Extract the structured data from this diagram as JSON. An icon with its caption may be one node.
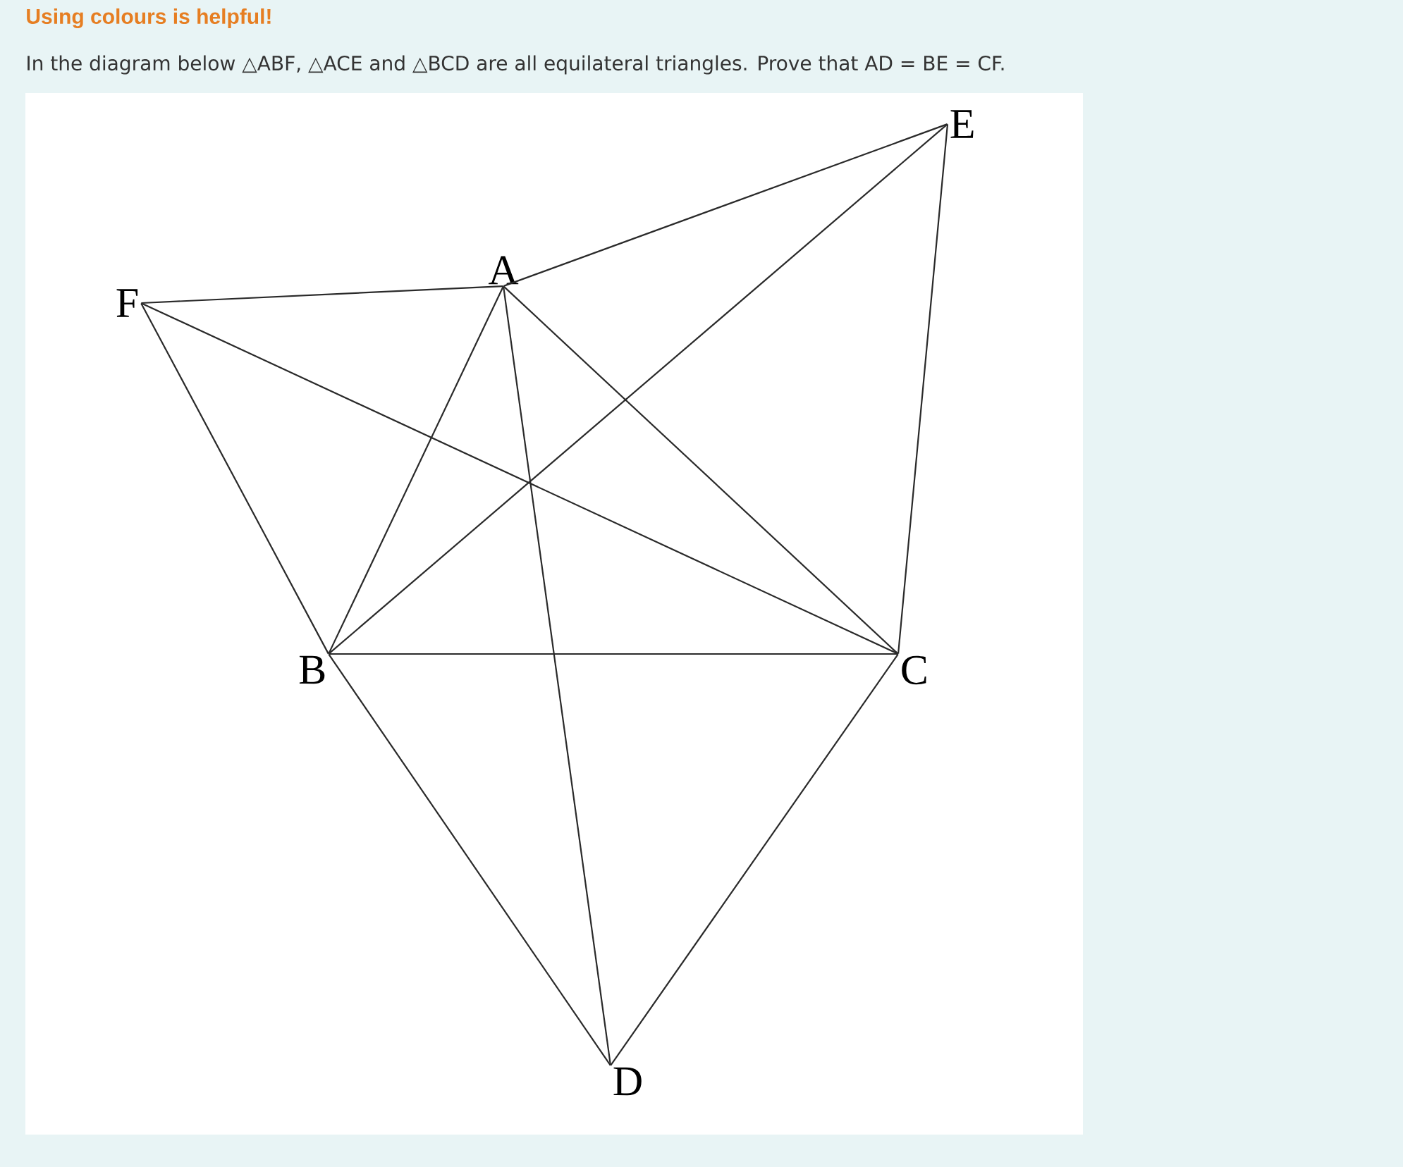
{
  "diagram": {
    "title": "Using colours is helpful!",
    "caption": "In the diagram below △ABF, △ACE and △BCD are all equilateral triangles. Prove that AD = BE = CF.",
    "nodes": [
      {
        "text": [
          "E"
        ]
      },
      {
        "text": [
          "A"
        ]
      },
      {
        "text": [
          "F"
        ]
      },
      {
        "text": [
          "B"
        ]
      },
      {
        "text": [
          "C"
        ]
      },
      {
        "text": [
          "D"
        ]
      }
    ],
    "edges": [
      {
        "from": 1,
        "to": 2,
        "arrow": "none"
      },
      {
        "from": 1,
        "to": 0,
        "arrow": "none"
      },
      {
        "from": 2,
        "to": 3,
        "arrow": "none"
      },
      {
        "from": 2,
        "to": 4,
        "arrow": "none"
      },
      {
        "from": 1,
        "to": 3,
        "arrow": "none"
      },
      {
        "from": 1,
        "to": 4,
        "arrow": "none"
      },
      {
        "from": 1,
        "to": 5,
        "arrow": "none"
      },
      {
        "from": 3,
        "to": 0,
        "arrow": "none"
      },
      {
        "from": 3,
        "to": 4,
        "arrow": "none"
      },
      {
        "from": 4,
        "to": 0,
        "arrow": "none"
      },
      {
        "from": 3,
        "to": 5,
        "arrow": "none"
      },
      {
        "from": 4,
        "to": 5,
        "arrow": "none"
      }
    ]
  }
}
